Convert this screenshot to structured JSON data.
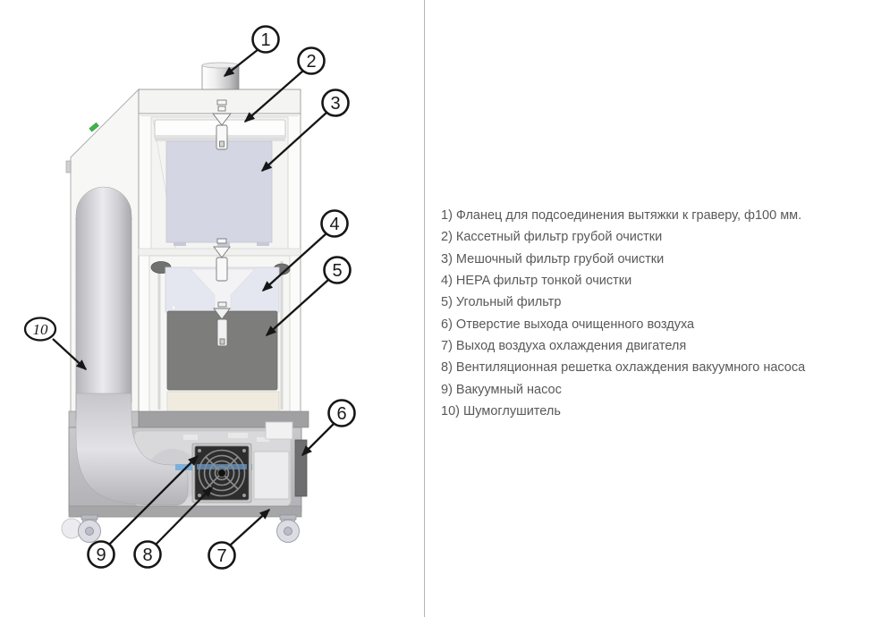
{
  "legend": {
    "items": [
      {
        "label": "1) Фланец для подсоединения вытяжки к граверу, ф100 мм."
      },
      {
        "label": "2) Кассетный фильтр грубой очистки"
      },
      {
        "label": "3) Мешочный фильтр грубой очистки"
      },
      {
        "label": "4) HEPA фильтр тонкой очистки"
      },
      {
        "label": "5) Угольный фильтр"
      },
      {
        "label": "6) Отверстие выхода очищенного воздуха"
      },
      {
        "label": "7) Выход воздуха охлаждения двигателя"
      },
      {
        "label": "8) Вентиляционная решетка охлаждения вакуумного насоса"
      },
      {
        "label": "9) Вакуумный насос"
      },
      {
        "label": "10) Шумоглушитель"
      }
    ]
  },
  "callouts": [
    {
      "number": "1"
    },
    {
      "number": "2"
    },
    {
      "number": "3"
    },
    {
      "number": "4"
    },
    {
      "number": "5"
    },
    {
      "number": "6"
    },
    {
      "number": "7"
    },
    {
      "number": "8"
    },
    {
      "number": "9"
    },
    {
      "number": "10"
    }
  ],
  "colors": {
    "legend_text": "#59595b",
    "outline": "#161616",
    "bag_filter": "#d4d7e3",
    "hepa_filter": "#e4e7f0",
    "carbon_filter": "#7d7d7b",
    "cream_panel": "#efecdf",
    "blue_stripe": "#7cb0da",
    "green_indicator": "#3db549",
    "air_outlet": "#6e6e70",
    "cabinet_gray": "#c0c0c4"
  }
}
